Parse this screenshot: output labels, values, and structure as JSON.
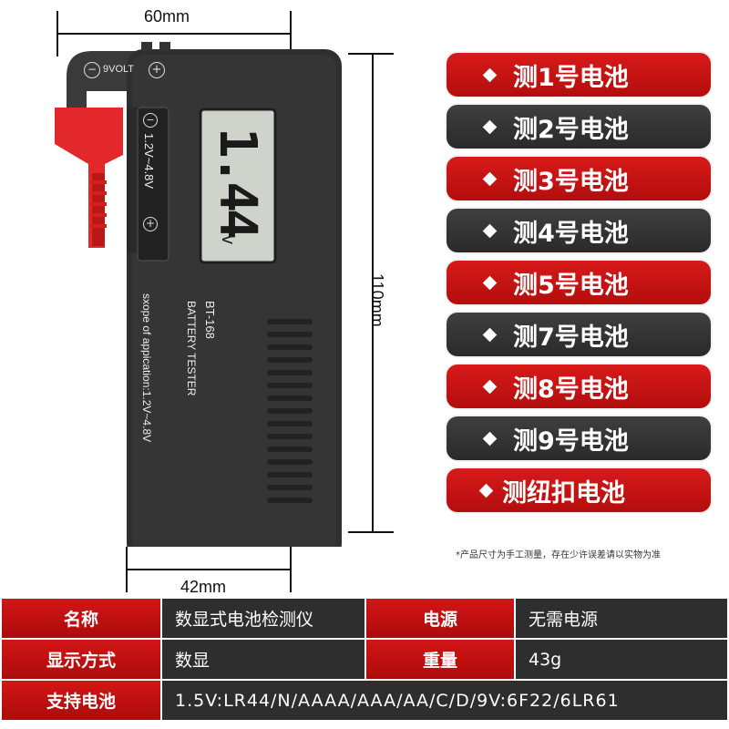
{
  "dimensions": {
    "width_label": "60mm",
    "height_label": "110mm",
    "bottom_label": "42mm"
  },
  "device": {
    "top_label": "9VOLT",
    "voltage_range": "1.2V~4.8V",
    "display_reading": "1.44",
    "display_unit": "v",
    "model": "BT-168",
    "name": "BATTERY TESTER",
    "scope_text": "sxope of appication:1.2V~4.8V",
    "minus_symbol": "−",
    "plus_symbol": "+"
  },
  "battery_types": [
    {
      "label": "测1号电池",
      "color": "red"
    },
    {
      "label": "测2号电池",
      "color": "dark"
    },
    {
      "label": "测3号电池",
      "color": "red"
    },
    {
      "label": "测4号电池",
      "color": "dark"
    },
    {
      "label": "测5号电池",
      "color": "red"
    },
    {
      "label": "测7号电池",
      "color": "dark"
    },
    {
      "label": "测8号电池",
      "color": "red"
    },
    {
      "label": "测9号电池",
      "color": "dark"
    },
    {
      "label": "测纽扣电池",
      "color": "red"
    }
  ],
  "note": "*产品尺寸为手工测量，存在少许误差请以实物为准",
  "specs": {
    "row1": {
      "l1": "名称",
      "v1": "数显式电池检测仪",
      "l2": "电源",
      "v2": "无需电源"
    },
    "row2": {
      "l1": "显示方式",
      "v1": "数显",
      "l2": "重量",
      "v2": "43g"
    },
    "row3": {
      "l1": "支持电池",
      "v1": "1.5V:LR44/N/AAAA/AAA/AA/C/D/9V:6F22/6LR61"
    }
  },
  "colors": {
    "accent_red": "#c81414",
    "dark": "#2e2e2e",
    "lcd": "#cfd3cc"
  }
}
